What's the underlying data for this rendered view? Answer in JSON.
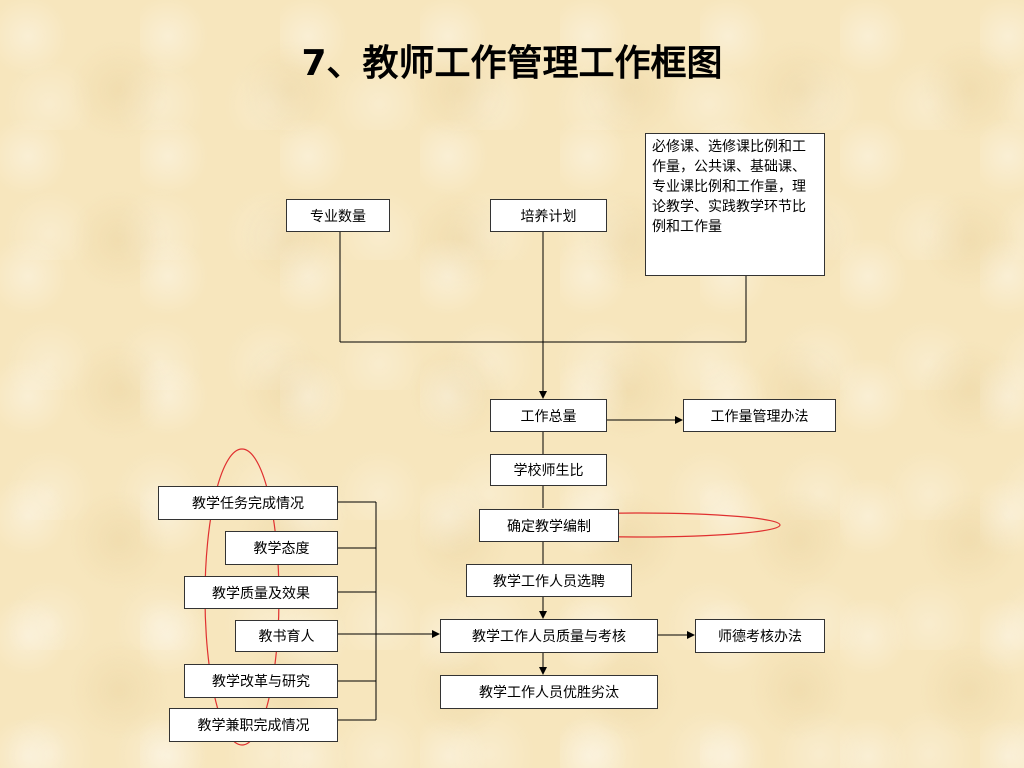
{
  "title": "7、教师工作管理工作框图",
  "nodes": {
    "major_count": "专业数量",
    "training_plan": "培养计划",
    "course_ratio": "必修课、选修课比例和工作量，公共课、基础课、专业课比例和工作量，理论教学、实践教学环节比例和工作量",
    "total_workload": "工作总量",
    "workload_rules": "工作量管理办法",
    "teacher_student_ratio": "学校师生比",
    "staffing": "确定教学编制",
    "recruitment": "教学工作人员选聘",
    "assessment": "教学工作人员质量与考核",
    "ethics_rules": "师德考核办法",
    "selection": "教学工作人员优胜劣汰"
  },
  "criteria": [
    "教学任务完成情况",
    "教学态度",
    "教学质量及效果",
    "教书育人",
    "教学改革与研究",
    "教学兼职完成情况"
  ],
  "colors": {
    "background": "#f7e6bd",
    "box_border": "#333333",
    "connector": "#000000",
    "annotation": "#e03030"
  }
}
